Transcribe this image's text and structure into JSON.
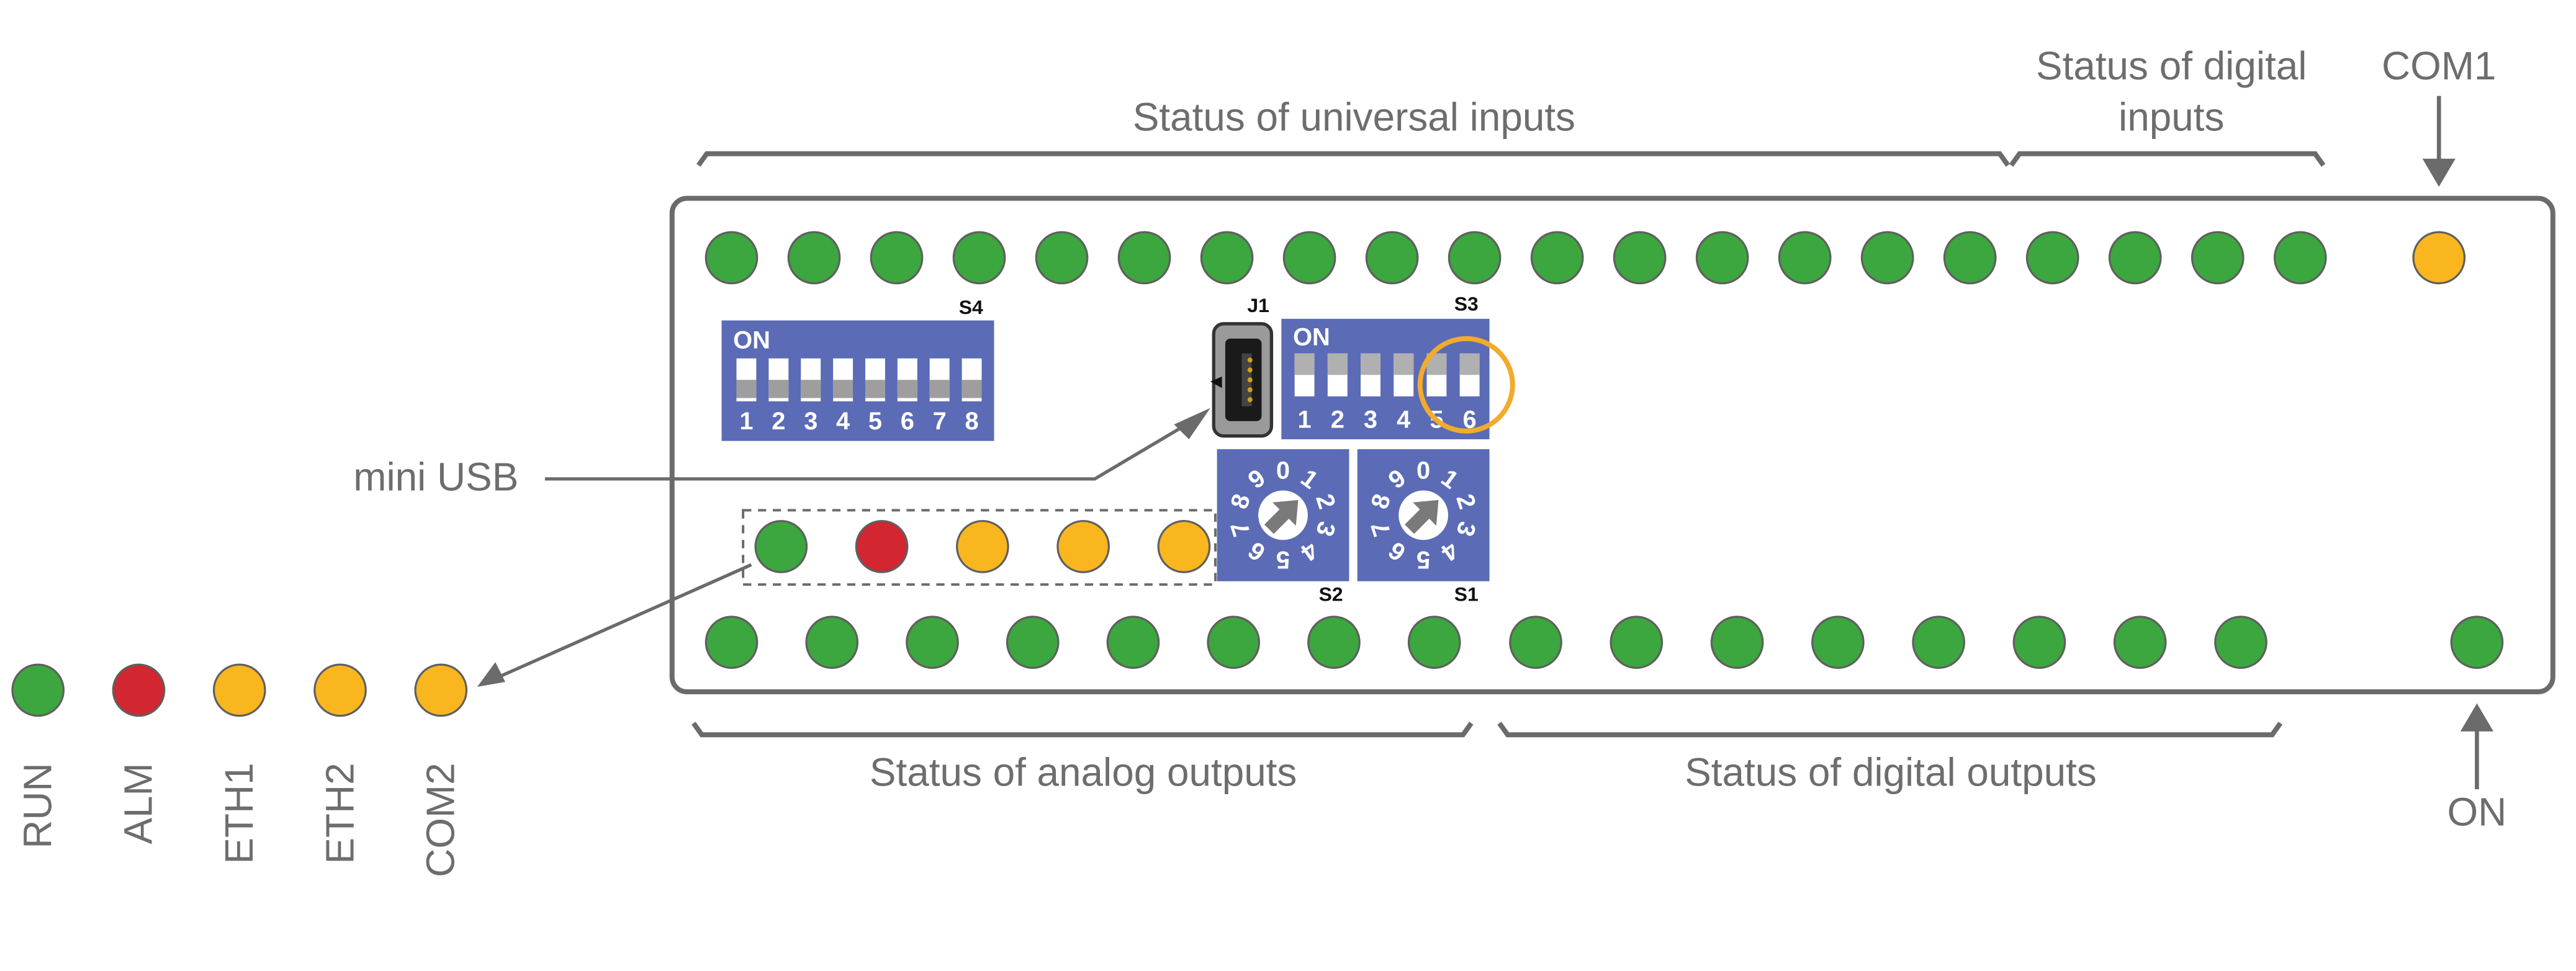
{
  "colors": {
    "green": "#3ca63f",
    "red": "#d22630",
    "yellow": "#f9b61e",
    "switch_blue": "#5b6bb5",
    "outline": "#6b6b6b",
    "highlight": "#f2ab2a",
    "text": "#6d6d6d"
  },
  "labels": {
    "universal_inputs": "Status of universal inputs",
    "digital_inputs_line1": "Status of digital",
    "digital_inputs_line2": "inputs",
    "com1": "COM1",
    "analog_outputs": "Status of analog outputs",
    "digital_outputs": "Status of digital outputs",
    "on_led": "ON",
    "mini_usb": "mini USB"
  },
  "legend": [
    {
      "label": "RUN",
      "color": "green"
    },
    {
      "label": "ALM",
      "color": "red"
    },
    {
      "label": "ETH1",
      "color": "yellow"
    },
    {
      "label": "ETH2",
      "color": "yellow"
    },
    {
      "label": "COM2",
      "color": "yellow"
    }
  ],
  "top_leds": [
    "green",
    "green",
    "green",
    "green",
    "green",
    "green",
    "green",
    "green",
    "green",
    "green",
    "green",
    "green",
    "green",
    "green",
    "green",
    "green",
    "green",
    "green",
    "green",
    "green"
  ],
  "com1_led": "yellow",
  "bottom_leds": [
    "green",
    "green",
    "green",
    "green",
    "green",
    "green",
    "green",
    "green",
    "green",
    "green",
    "green",
    "green",
    "green",
    "green",
    "green",
    "green"
  ],
  "on_led": "green",
  "status_leds": [
    "green",
    "red",
    "yellow",
    "yellow",
    "yellow"
  ],
  "dip_s4": {
    "name": "S4",
    "on_label": "ON",
    "numbers": [
      "1",
      "2",
      "3",
      "4",
      "5",
      "6",
      "7",
      "8"
    ]
  },
  "dip_s3": {
    "name": "S3",
    "on_label": "ON",
    "numbers": [
      "1",
      "2",
      "3",
      "4",
      "5",
      "6"
    ]
  },
  "connector": {
    "name": "J1"
  },
  "rotary_s2": {
    "name": "S2",
    "digits": [
      "0",
      "1",
      "2",
      "3",
      "4",
      "5",
      "6",
      "7",
      "8",
      "9"
    ]
  },
  "rotary_s1": {
    "name": "S1",
    "digits": [
      "0",
      "1",
      "2",
      "3",
      "4",
      "5",
      "6",
      "7",
      "8",
      "9"
    ]
  }
}
